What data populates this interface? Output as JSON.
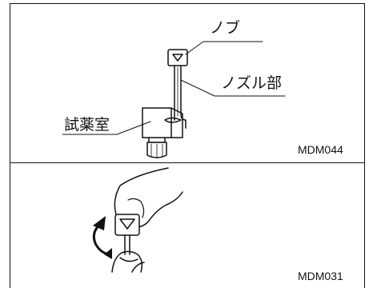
{
  "figure_top": {
    "labels": {
      "knob": "ノブ",
      "nozzle": "ノズル部",
      "reagent_chamber": "試薬室"
    },
    "code": "MDM044"
  },
  "figure_bottom": {
    "code": "MDM031"
  }
}
